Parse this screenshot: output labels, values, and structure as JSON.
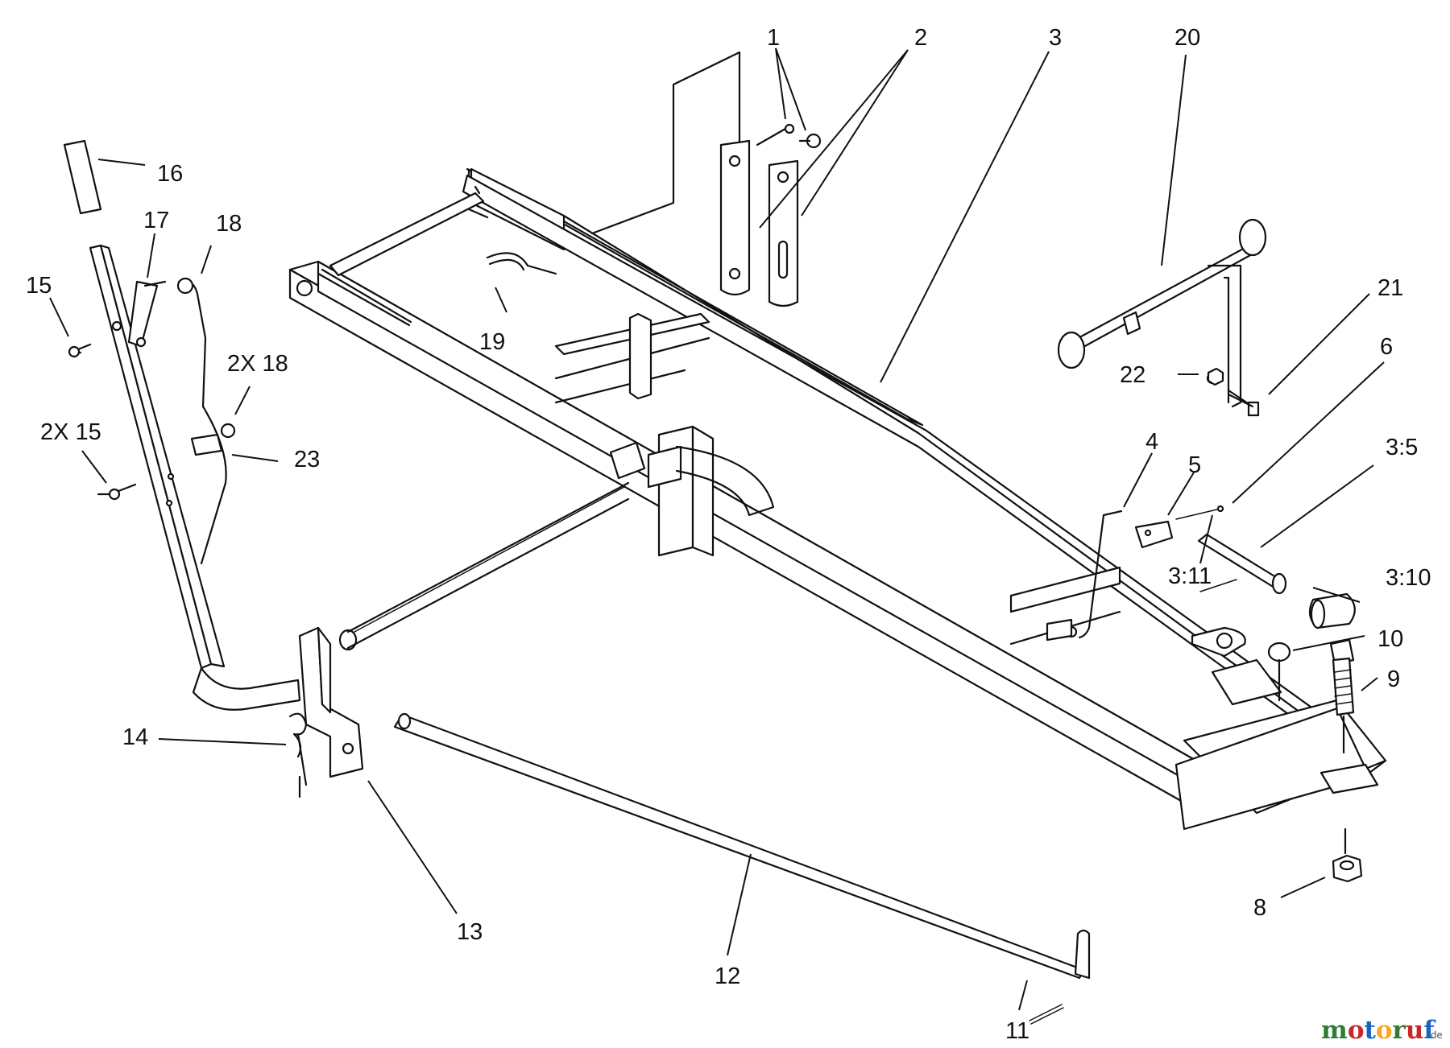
{
  "diagram": {
    "callouts": {
      "c1": "1",
      "c2": "2",
      "c3": "3",
      "c20": "20",
      "c16": "16",
      "c17": "17",
      "c18": "18",
      "c15": "15",
      "c19": "19",
      "c21": "21",
      "c22": "22",
      "c6": "6",
      "c2x18": "2X 18",
      "c2x15": "2X 15",
      "c23": "23",
      "c4": "4",
      "c5": "5",
      "c3_5": "3:5",
      "c3_11": "3:11",
      "c3_10": "3:10",
      "c10": "10",
      "c9": "9",
      "c14": "14",
      "c13": "13",
      "c12": "12",
      "c11": "11",
      "c8": "8"
    }
  },
  "watermark": {
    "brand": "motoruf",
    "suffix": ".de",
    "colors": {
      "m": "#2e7d32",
      "o1": "#c62828",
      "t": "#1565c0",
      "o2": "#f9a825",
      "r": "#2e7d32",
      "u": "#c62828",
      "f": "#1565c0"
    }
  }
}
